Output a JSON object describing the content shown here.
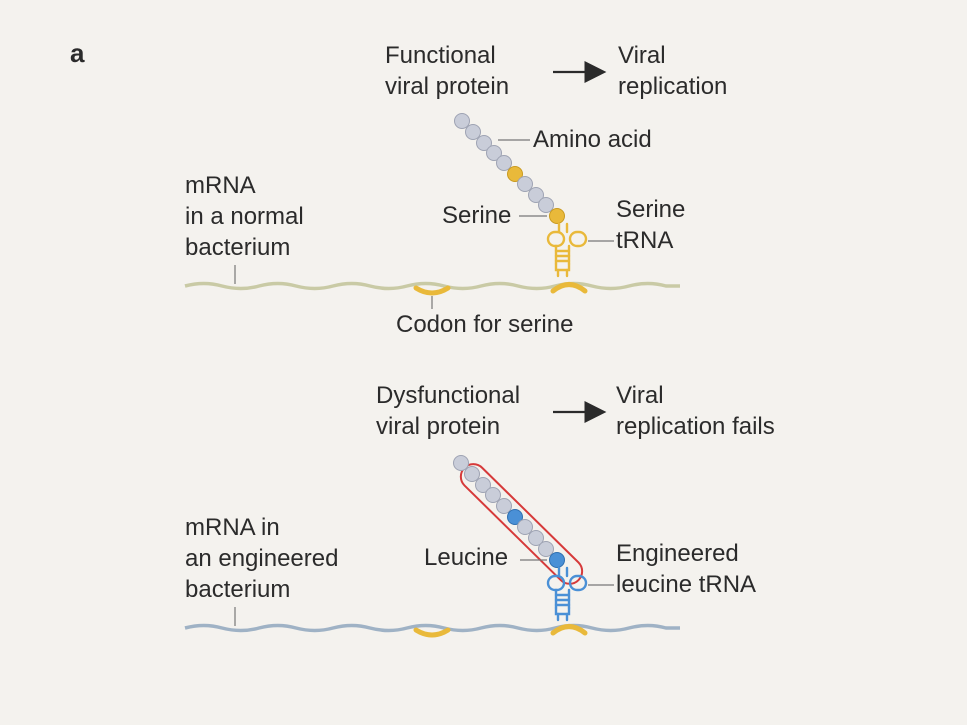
{
  "panel_letter": "a",
  "top": {
    "protein": "Functional\nviral protein",
    "outcome": "Viral\nreplication",
    "amino_acid": "Amino acid",
    "mrna": "mRNA\nin a normal\nbacterium",
    "residue": "Serine",
    "trna": "Serine\ntRNA",
    "codon": "Codon for serine"
  },
  "bottom": {
    "protein": "Dysfunctional\nviral protein",
    "outcome": "Viral\nreplication fails",
    "mrna": "mRNA in\nan engineered\nbacterium",
    "residue": "Leucine",
    "trna": "Engineered\nleucine tRNA"
  },
  "colors": {
    "background": "#f4f2ee",
    "amino_acid": "#c9cdd9",
    "serine": "#e9b93a",
    "leucine": "#4a90d6",
    "mrna_normal": "#c9caa5",
    "mrna_engineered": "#9fb2c5",
    "codon": "#e9b93a",
    "serine_trna": "#e9b93a",
    "leucine_trna": "#4a90d6",
    "dysfunction_outline": "#d63a3a"
  }
}
